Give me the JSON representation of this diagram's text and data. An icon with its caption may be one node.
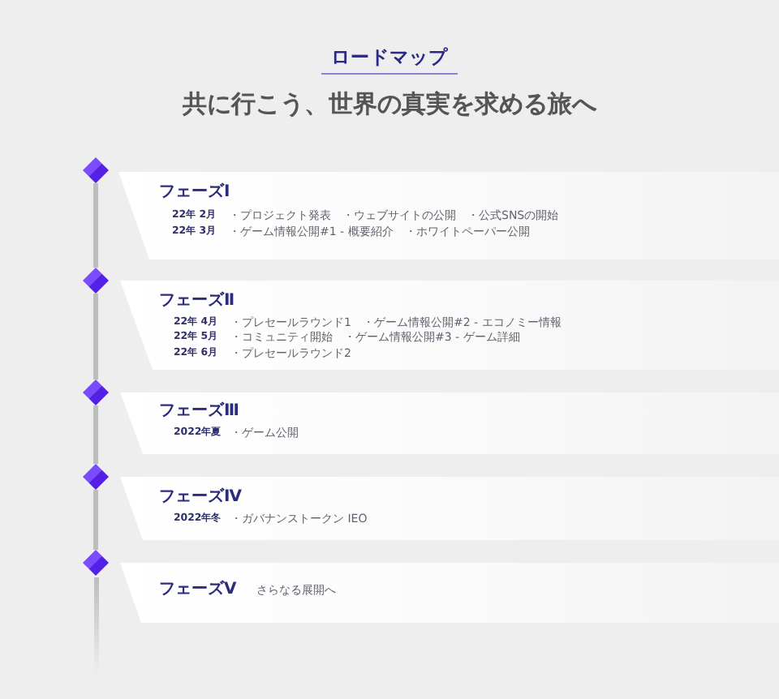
{
  "diagram": {
    "title": "ロードマップ",
    "nodes": [
      {
        "text": [],
        "shape": "diamond"
      },
      {
        "text": [
          "フェーズⅠ",
          "22年 2月",
          "・プロジェクト発表",
          "・ウェブサイトの公開",
          "・公式SNSの開始",
          "22年 3月",
          "・ゲーム情報公開#1 - 概要紹介",
          "・ホワイトペーパー公開"
        ]
      },
      {
        "text": [],
        "shape": "diamond"
      },
      {
        "text": [
          "フェーズⅡ",
          "22年 4月",
          "・プレセールラウンド1",
          "・ゲーム情報公開#2 - エコノミー情報",
          "22年 5月",
          "・コミュニティ開始",
          "・ゲーム情報公開#3 - ゲーム詳細",
          "22年 6月",
          "・プレセールラウンド2"
        ]
      },
      {
        "text": [],
        "shape": "diamond"
      },
      {
        "text": [
          "フェーズⅢ",
          "2022年夏",
          "・ゲーム公開"
        ]
      },
      {
        "text": [],
        "shape": "diamond"
      },
      {
        "text": [
          "フェーズⅣ",
          "2022年冬",
          "・ガバナンストークン IEO"
        ]
      },
      {
        "text": [],
        "shape": "diamond"
      },
      {
        "text": [
          "フェーズⅤ",
          "さらなる展開へ"
        ]
      }
    ],
    "edges": [
      {
        "from": 0,
        "to": 2,
        "arrow": "none"
      },
      {
        "from": 2,
        "to": 4,
        "arrow": "none"
      },
      {
        "from": 4,
        "to": 6,
        "arrow": "none"
      },
      {
        "from": 6,
        "to": 8,
        "arrow": "none"
      }
    ],
    "labels": [
      "共に行こう、世界の真実を求める旅へ"
    ]
  }
}
